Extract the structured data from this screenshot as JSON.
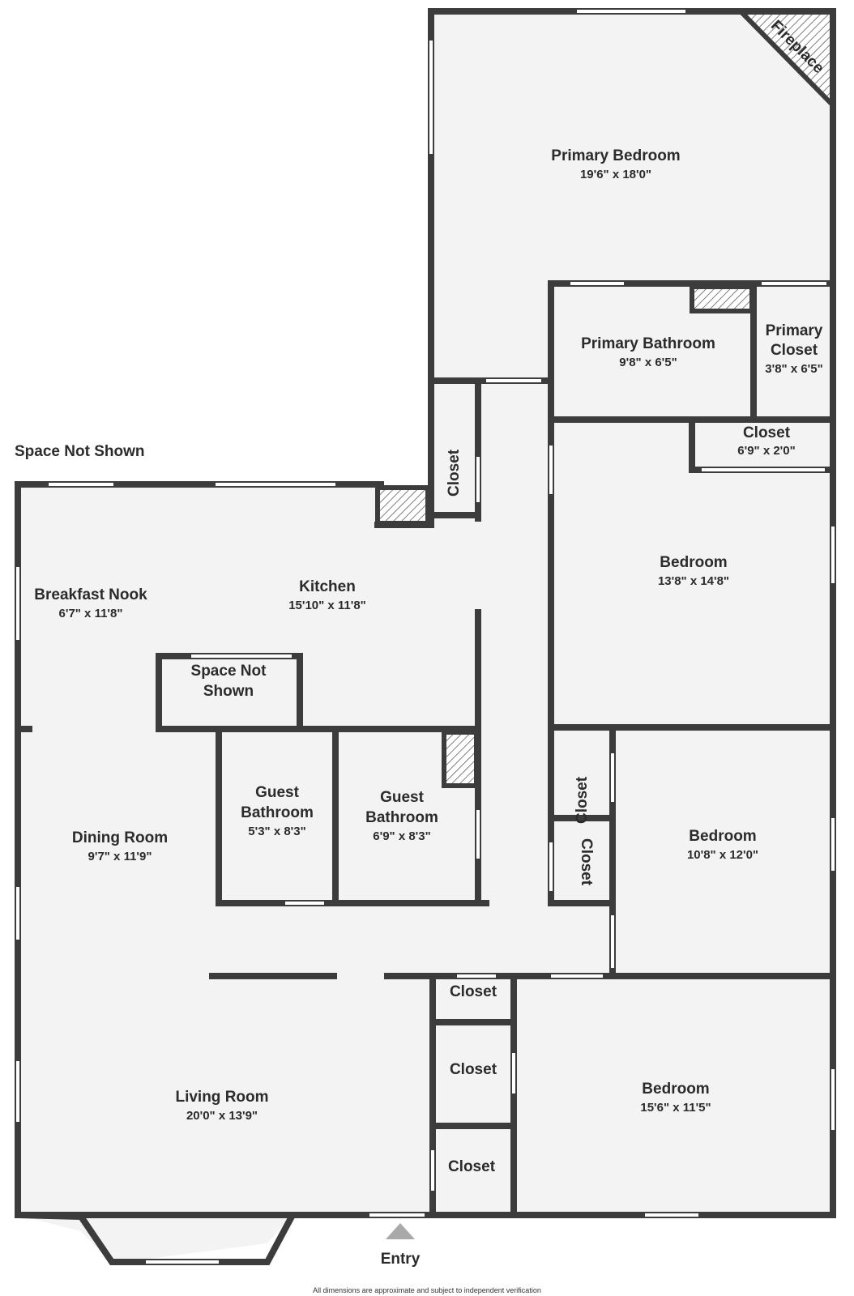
{
  "rooms": {
    "primary_bedroom": {
      "name": "Primary Bedroom",
      "dims": "19'6\" x 18'0\""
    },
    "primary_bathroom": {
      "name": "Primary Bathroom",
      "dims": "9'8\" x 6'5\""
    },
    "primary_closet": {
      "name_line1": "Primary",
      "name_line2": "Closet",
      "dims": "3'8\" x 6'5\""
    },
    "closet_hall_top": {
      "name": "Closet"
    },
    "closet_wide": {
      "name": "Closet",
      "dims": "6'9\" x 2'0\""
    },
    "bedroom_1": {
      "name": "Bedroom",
      "dims": "13'8\" x 14'8\""
    },
    "breakfast_nook": {
      "name": "Breakfast Nook",
      "dims": "6'7\" x 11'8\""
    },
    "kitchen": {
      "name": "Kitchen",
      "dims": "15'10\" x 11'8\""
    },
    "space_not_shown_inner": {
      "name_line1": "Space Not",
      "name_line2": "Shown"
    },
    "guest_bath_1": {
      "name_line1": "Guest",
      "name_line2": "Bathroom",
      "dims": "5'3\" x 8'3\""
    },
    "guest_bath_2": {
      "name_line1": "Guest",
      "name_line2": "Bathroom",
      "dims": "6'9\" x 8'3\""
    },
    "closet_mid_1": {
      "name": "Closet"
    },
    "closet_mid_2": {
      "name": "Closet"
    },
    "bedroom_2": {
      "name": "Bedroom",
      "dims": "10'8\" x 12'0\""
    },
    "dining_room": {
      "name": "Dining Room",
      "dims": "9'7\" x 11'9\""
    },
    "closet_low_1": {
      "name": "Closet"
    },
    "closet_low_2": {
      "name": "Closet"
    },
    "closet_low_3": {
      "name": "Closet"
    },
    "living_room": {
      "name": "Living Room",
      "dims": "20'0\" x 13'9\""
    },
    "bedroom_3": {
      "name": "Bedroom",
      "dims": "15'6\" x 11'5\""
    }
  },
  "labels": {
    "fireplace": "Fireplace",
    "space_not_shown": "Space Not Shown",
    "entry": "Entry",
    "disclaimer": "All dimensions are approximate and subject to independent verification"
  },
  "colors": {
    "wall": "#3c3c3c",
    "floor": "#f3f3f3",
    "entry_arrow": "#a9a9a9"
  }
}
